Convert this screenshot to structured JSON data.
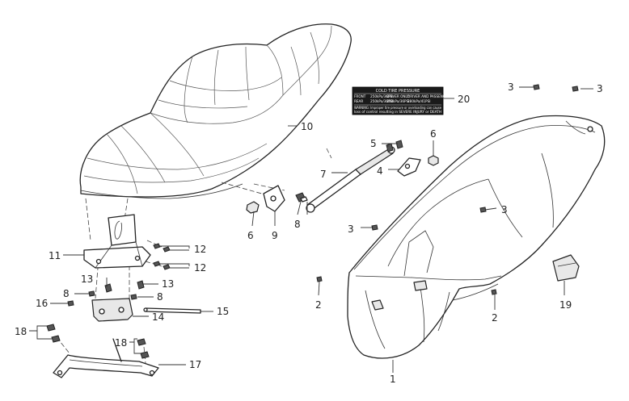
{
  "label_plate": {
    "heading": "COLD TIRE PRESSURE",
    "rows": [
      [
        "FRONT",
        "250kPa/36PSI",
        "DRIVER ONLY",
        "DRIVER AND PASSENGER"
      ],
      [
        "REAR",
        "250kPa/36PSI",
        "250kPa/36PSI",
        "280kPa/41PSI"
      ]
    ],
    "warning_line1": "WARNING: Improper tire pressure or overloading can cause",
    "warning_line2": "loss of control resulting in SEVERE INJURY or DEATH"
  },
  "callouts": [
    {
      "id": "c1",
      "text": "1"
    },
    {
      "id": "c2a",
      "text": "2"
    },
    {
      "id": "c2b",
      "text": "2"
    },
    {
      "id": "c3a",
      "text": "3"
    },
    {
      "id": "c3b",
      "text": "3"
    },
    {
      "id": "c3c",
      "text": "3"
    },
    {
      "id": "c3d",
      "text": "3"
    },
    {
      "id": "c4",
      "text": "4"
    },
    {
      "id": "c5",
      "text": "5"
    },
    {
      "id": "c6a",
      "text": "6"
    },
    {
      "id": "c6b",
      "text": "6"
    },
    {
      "id": "c7",
      "text": "7"
    },
    {
      "id": "c8a",
      "text": "8"
    },
    {
      "id": "c8b",
      "text": "8"
    },
    {
      "id": "c8c",
      "text": "8"
    },
    {
      "id": "c9",
      "text": "9"
    },
    {
      "id": "c10",
      "text": "10"
    },
    {
      "id": "c11",
      "text": "11"
    },
    {
      "id": "c12a",
      "text": "12"
    },
    {
      "id": "c12b",
      "text": "12"
    },
    {
      "id": "c13a",
      "text": "13"
    },
    {
      "id": "c13b",
      "text": "13"
    },
    {
      "id": "c14",
      "text": "14"
    },
    {
      "id": "c15",
      "text": "15"
    },
    {
      "id": "c16",
      "text": "16"
    },
    {
      "id": "c17",
      "text": "17"
    },
    {
      "id": "c18a",
      "text": "18"
    },
    {
      "id": "c18b",
      "text": "18"
    },
    {
      "id": "c19",
      "text": "19"
    },
    {
      "id": "c20",
      "text": "20"
    }
  ]
}
